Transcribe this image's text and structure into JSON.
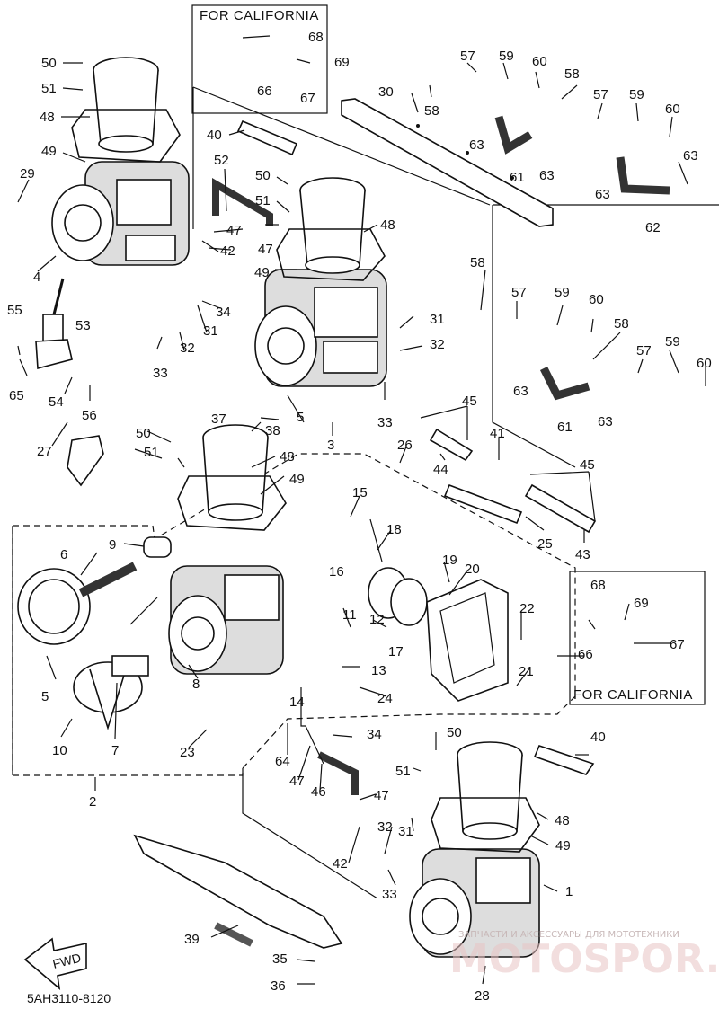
{
  "diagram_code": "5AH3110-8120",
  "callouts": {
    "for_california_top": "FOR CALIFORNIA",
    "for_california_bottom": "FOR CALIFORNIA",
    "fwd": "FWD"
  },
  "part_numbers": [
    "1",
    "2",
    "3",
    "4",
    "5",
    "6",
    "7",
    "8",
    "9",
    "10",
    "11",
    "12",
    "13",
    "14",
    "15",
    "16",
    "17",
    "18",
    "19",
    "20",
    "21",
    "22",
    "23",
    "24",
    "25",
    "26",
    "27",
    "28",
    "29",
    "30",
    "31",
    "32",
    "33",
    "34",
    "35",
    "36",
    "37",
    "38",
    "39",
    "40",
    "41",
    "42",
    "43",
    "44",
    "45",
    "46",
    "47",
    "48",
    "49",
    "50",
    "51",
    "52",
    "53",
    "54",
    "55",
    "56",
    "57",
    "58",
    "59",
    "60",
    "61",
    "62",
    "63",
    "64",
    "65",
    "66",
    "67",
    "68",
    "69"
  ],
  "watermark": {
    "text": "ЗАПЧАСТИ И АКСЕССУАРЫ ДЛЯ МОТОТЕХНИКИ",
    "logo": "MOTOSPOR.RU"
  }
}
